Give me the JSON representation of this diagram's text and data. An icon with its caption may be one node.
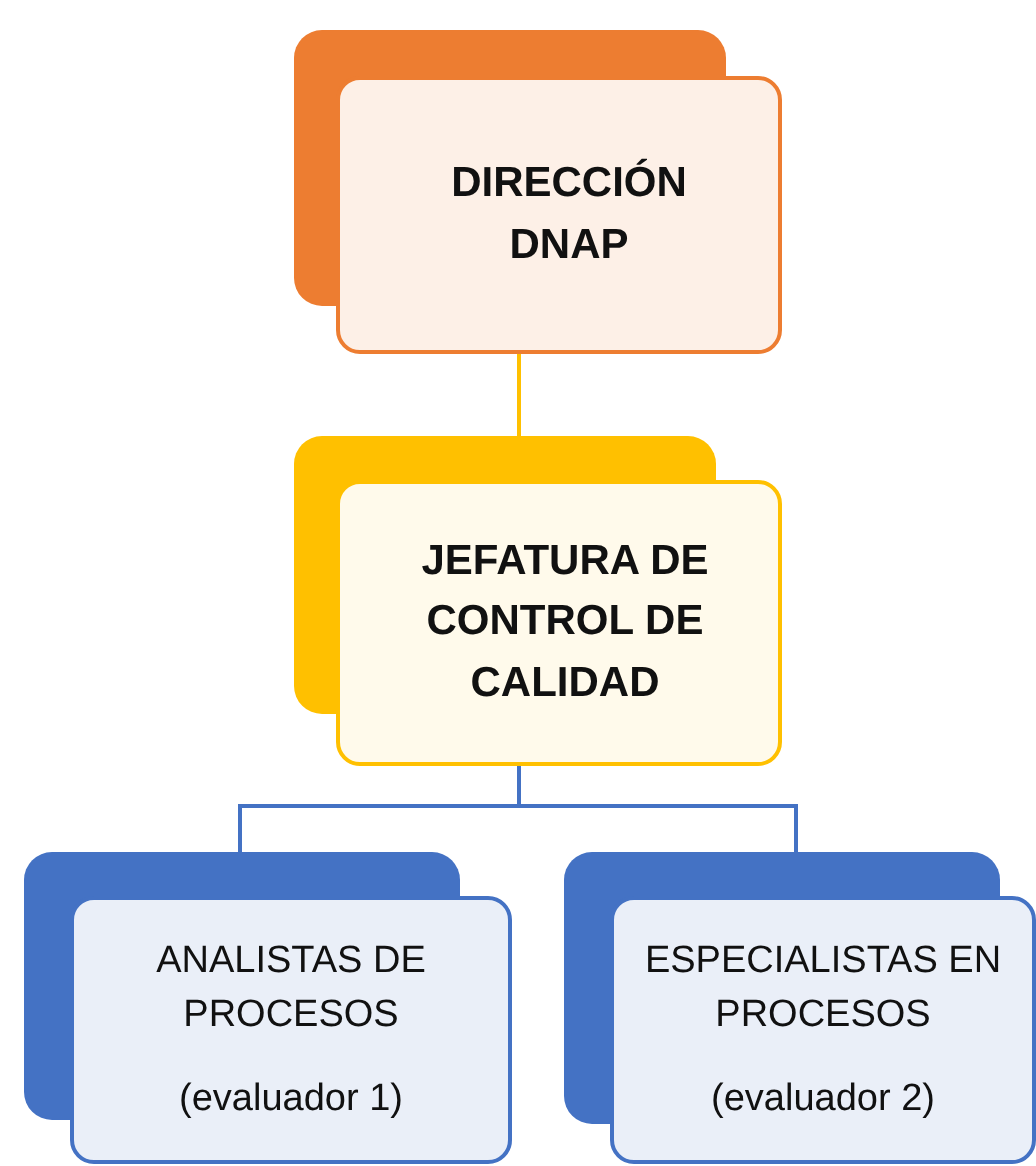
{
  "diagram": {
    "nodes": [
      {
        "text": [
          "DIRECCIÓN DNAP"
        ]
      },
      {
        "text": [
          "JEFATURA DE CONTROL DE CALIDAD"
        ]
      },
      {
        "text": [
          "ANALISTAS DE PROCESOS",
          "(evaluador 1)"
        ]
      },
      {
        "text": [
          "ESPECIALISTAS EN PROCESOS",
          "(evaluador 2)"
        ]
      }
    ],
    "edges": [
      {
        "from": 0,
        "to": 1,
        "arrow": "none",
        "color": "#ffc000"
      },
      {
        "from": 1,
        "to": 2,
        "arrow": "none"
      },
      {
        "from": 1,
        "to": 3,
        "arrow": "none"
      }
    ]
  }
}
